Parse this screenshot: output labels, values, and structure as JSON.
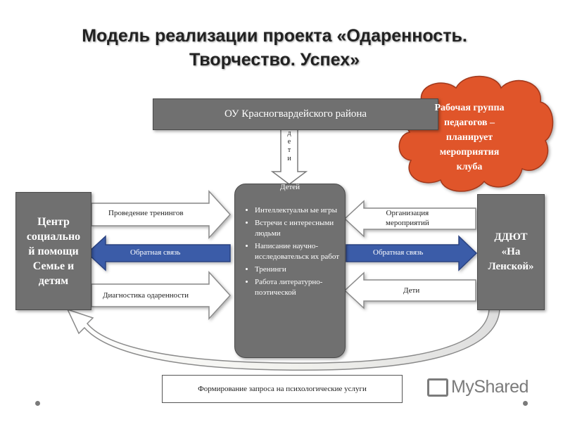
{
  "title": {
    "line1": "Модель реализации проекта «Одаренность.",
    "line2": "Творчество. Успех»"
  },
  "top_box": "ОУ Красногвардейского района",
  "cloud": {
    "line1": "Рабочая группа",
    "line2": "педагогов –",
    "line3": "планирует",
    "line4": "мероприятия",
    "line5": "клуба"
  },
  "arrow_down_letters": [
    "д",
    "е",
    "т",
    "и"
  ],
  "left_box": {
    "line1": "Центр",
    "line2": "социально",
    "line3": "й помощи",
    "line4": "Семье и",
    "line5": "детям"
  },
  "right_box": {
    "line1": "ДДЮТ",
    "line2": "«На",
    "line3": "Ленской»"
  },
  "center_box": {
    "title": "Детей",
    "items": [
      "Интеллектуальн ые игры",
      "Встречи с интересными людьми",
      "Написание научно-исследовательск их работ",
      "Тренинги",
      "Работа литературно-поэтической"
    ]
  },
  "left_arrows": {
    "trainings": "Проведение тренингов",
    "feedback": "Обратная связь",
    "diagnostics": "Диагностика одаренности"
  },
  "right_arrows": {
    "organization_line1": "Организация",
    "organization_line2": "мероприятий",
    "feedback": "Обратная связь",
    "children": "Дети"
  },
  "bottom_box": "Формирование запроса на психологические услуги",
  "watermark": "MyShared",
  "colors": {
    "box": "#707070",
    "cloud": "#e0542a",
    "feedback_arrow": "#3b5ba8"
  }
}
